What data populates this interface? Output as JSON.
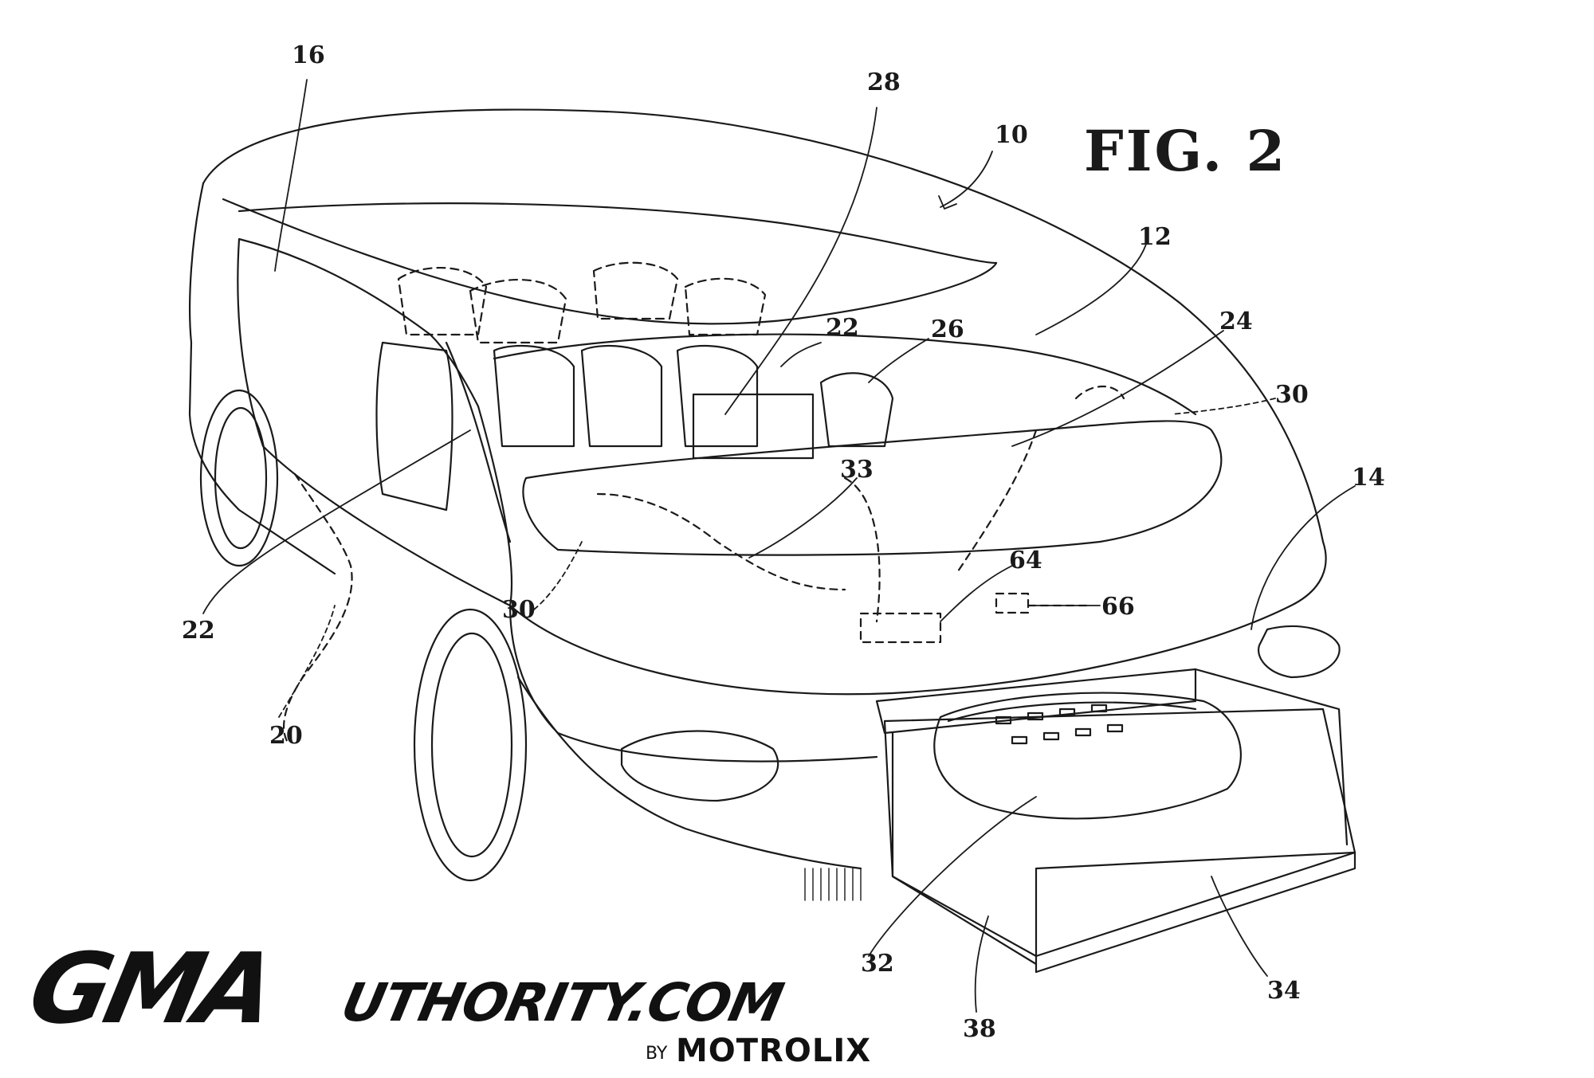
{
  "figure": {
    "title": "FIG. 2"
  },
  "reference_numerals": [
    {
      "id": "r16",
      "text": "16"
    },
    {
      "id": "r28",
      "text": "28"
    },
    {
      "id": "r10",
      "text": "10"
    },
    {
      "id": "r12",
      "text": "12"
    },
    {
      "id": "r22a",
      "text": "22"
    },
    {
      "id": "r26",
      "text": "26"
    },
    {
      "id": "r24",
      "text": "24"
    },
    {
      "id": "r30a",
      "text": "30"
    },
    {
      "id": "r33",
      "text": "33"
    },
    {
      "id": "r14",
      "text": "14"
    },
    {
      "id": "r64",
      "text": "64"
    },
    {
      "id": "r66",
      "text": "66"
    },
    {
      "id": "r30b",
      "text": "30"
    },
    {
      "id": "r22b",
      "text": "22"
    },
    {
      "id": "r20",
      "text": "20"
    },
    {
      "id": "r32",
      "text": "32"
    },
    {
      "id": "r34",
      "text": "34"
    },
    {
      "id": "r38",
      "text": "38"
    }
  ],
  "watermark": {
    "brand_main": "GMA",
    "brand_rest": "UTHORITY.COM",
    "by": "BY",
    "company": "MOTROLIX"
  },
  "colors": {
    "line": "#1a1a1a",
    "background": "#ffffff"
  }
}
